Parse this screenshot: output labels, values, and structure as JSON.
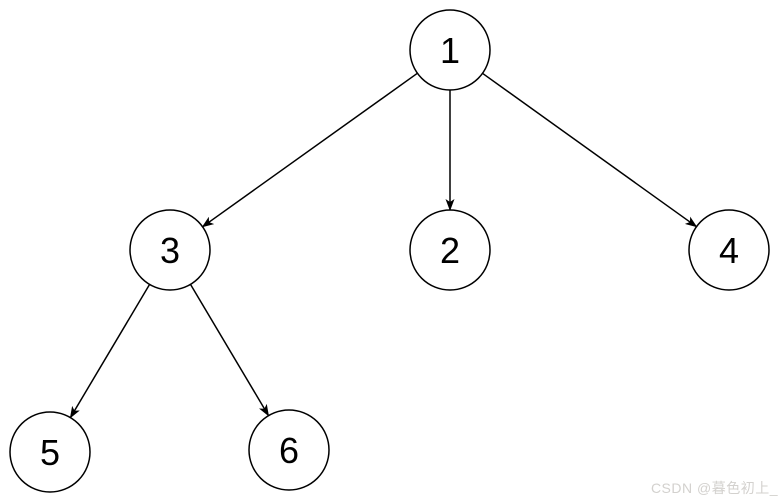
{
  "diagram": {
    "type": "tree",
    "nodes": {
      "n1": {
        "label": "1"
      },
      "n2": {
        "label": "2"
      },
      "n3": {
        "label": "3"
      },
      "n4": {
        "label": "4"
      },
      "n5": {
        "label": "5"
      },
      "n6": {
        "label": "6"
      }
    },
    "edges": [
      {
        "from": "1",
        "to": "3"
      },
      {
        "from": "1",
        "to": "2"
      },
      {
        "from": "1",
        "to": "4"
      },
      {
        "from": "3",
        "to": "5"
      },
      {
        "from": "3",
        "to": "6"
      }
    ],
    "node_fill": "#ffffff",
    "stroke_color": "#000000"
  },
  "watermark": {
    "text": "CSDN @暮色初上_",
    "color": "#d3d1ce"
  }
}
